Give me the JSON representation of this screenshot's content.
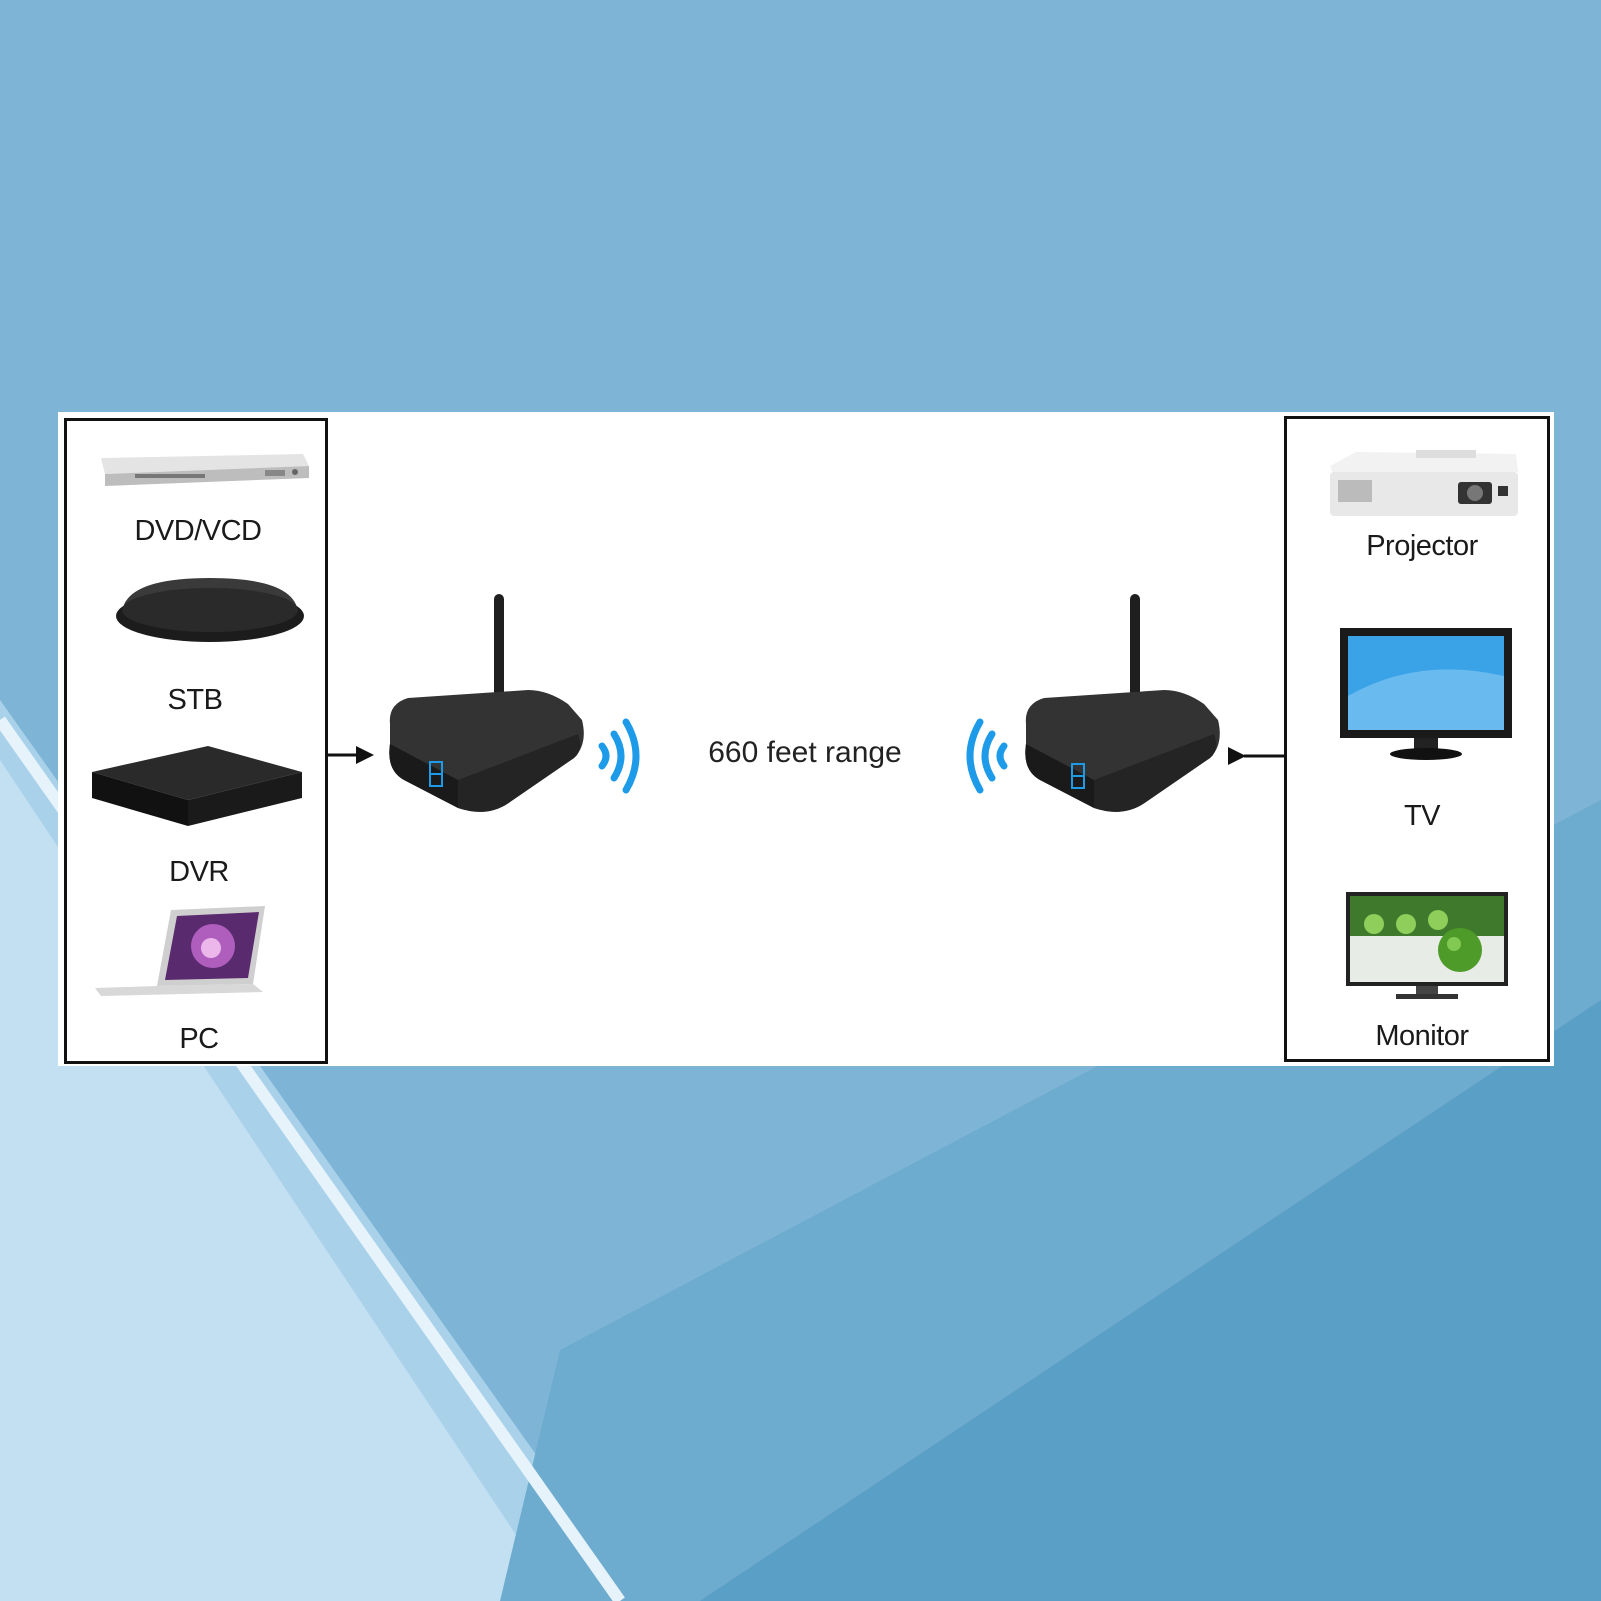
{
  "sources": [
    {
      "label": "DVD/VCD",
      "icon": "dvd-player-icon"
    },
    {
      "label": "STB",
      "icon": "set-top-box-icon"
    },
    {
      "label": "DVR",
      "icon": "dvr-icon"
    },
    {
      "label": "PC",
      "icon": "laptop-icon"
    }
  ],
  "displays": [
    {
      "label": "Projector",
      "icon": "projector-icon"
    },
    {
      "label": "TV",
      "icon": "tv-icon"
    },
    {
      "label": "Monitor",
      "icon": "monitor-icon"
    }
  ],
  "range_text": "660 feet range",
  "colors": {
    "background": "#7fb5d6",
    "signal": "#1e9be8",
    "device": "#2b2b2b"
  }
}
